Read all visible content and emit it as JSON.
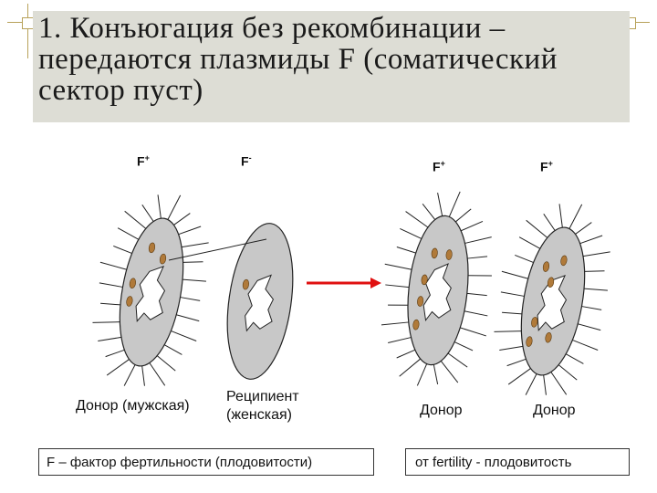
{
  "title": "1. Конъюгация без рекомбинации –\nпередаются плазмиды F (соматический\nсектор пуст)",
  "cells": [
    {
      "type_label": "F",
      "type_sign": "+",
      "caption": "Донор (мужская)"
    },
    {
      "type_label": "F",
      "type_sign": "-",
      "caption": "Реципиент\n(женская)"
    },
    {
      "type_label": "F",
      "type_sign": "+",
      "caption": "Донор"
    },
    {
      "type_label": "F",
      "type_sign": "+",
      "caption": "Донор"
    }
  ],
  "legend_left": "F – фактор фертильности (плодовитости)",
  "legend_right": "от fertility - плодовитость",
  "colors": {
    "cell_fill": "#c8c8c8",
    "plasmid_fill": "#b07a3a",
    "arrow": "#e01010",
    "title_bg": "#ddddd5",
    "frame_accent": "#b8a25a"
  }
}
